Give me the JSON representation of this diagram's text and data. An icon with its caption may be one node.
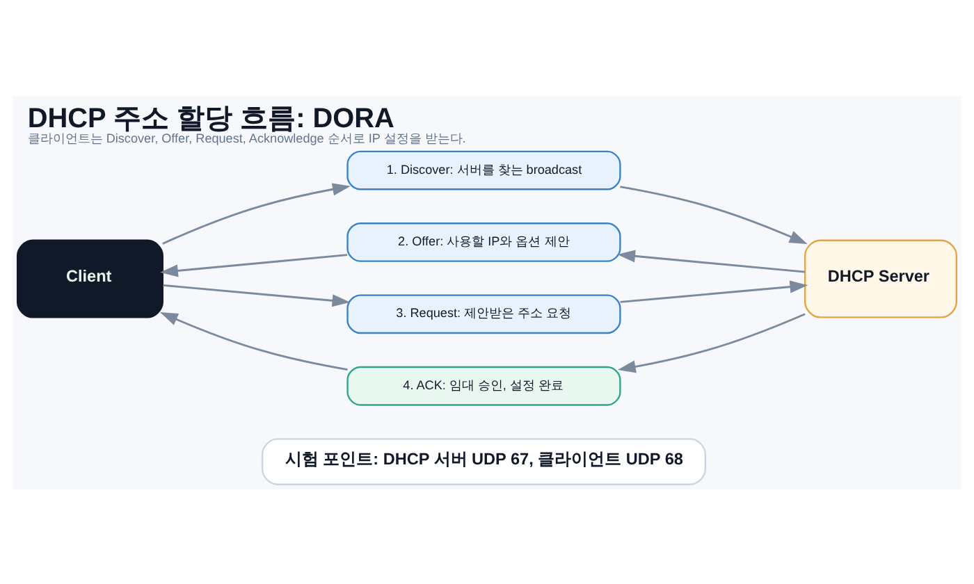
{
  "diagram": {
    "title": "DHCP 주소 할당 흐름: DORA",
    "caption": "클라이언트는 Discover, Offer, Request, Acknowledge 순서로 IP 설정을 받는다.",
    "nodes": [
      {
        "text": [
          "Client"
        ]
      },
      {
        "text": [
          "1. Discover: 서버를 찾는 broadcast"
        ]
      },
      {
        "text": [
          "2. Offer: 사용할 IP와 옵션 제안"
        ]
      },
      {
        "text": [
          "3. Request: 제안받은 주소 요청"
        ]
      },
      {
        "text": [
          "4. ACK: 임대 승인, 설정 완료"
        ]
      },
      {
        "text": [
          "DHCP Server"
        ]
      },
      {
        "text": [
          "시험 포인트: DHCP 서버 UDP 67, 클라이언트 UDP 68"
        ]
      }
    ],
    "edges": [
      {
        "from": 0,
        "to": 1,
        "arrow": "to"
      },
      {
        "from": 1,
        "to": 5,
        "arrow": "to"
      },
      {
        "from": 5,
        "to": 2,
        "arrow": "to"
      },
      {
        "from": 2,
        "to": 0,
        "arrow": "to"
      },
      {
        "from": 0,
        "to": 3,
        "arrow": "to"
      },
      {
        "from": 3,
        "to": 5,
        "arrow": "to"
      },
      {
        "from": 5,
        "to": 4,
        "arrow": "to"
      },
      {
        "from": 4,
        "to": 0,
        "arrow": "to"
      }
    ]
  }
}
